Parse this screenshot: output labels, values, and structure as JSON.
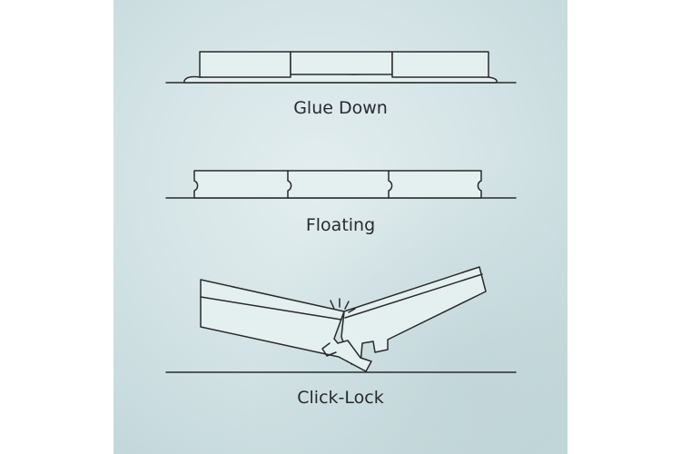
{
  "diagrams": [
    {
      "label": "Glue Down"
    },
    {
      "label": "Floating"
    },
    {
      "label": "Click-Lock"
    }
  ],
  "colors": {
    "background": "#cfe0e2",
    "background_light": "#e3eeef",
    "line": "#2a2a2a",
    "board_fill": "#e4eff0"
  }
}
